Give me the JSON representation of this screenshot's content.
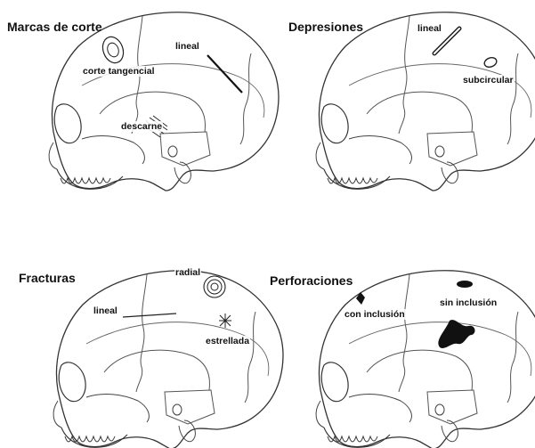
{
  "panels": [
    {
      "title": "Marcas de corte",
      "labels": {
        "lineal": "lineal",
        "corte_tangencial": "corte tangencial",
        "descarne": "descarne"
      }
    },
    {
      "title": "Depresiones",
      "labels": {
        "lineal": "lineal",
        "subcircular": "subcircular"
      }
    },
    {
      "title": "Fracturas",
      "labels": {
        "radial": "radial",
        "lineal": "lineal",
        "estrellada": "estrellada"
      }
    },
    {
      "title": "Perforaciones",
      "labels": {
        "con_inclusion": "con inclusión",
        "sin_inclusion": "sin inclusión"
      }
    }
  ],
  "colors": {
    "ink": "#111111",
    "line": "#444444",
    "fill": "#ffffff"
  }
}
